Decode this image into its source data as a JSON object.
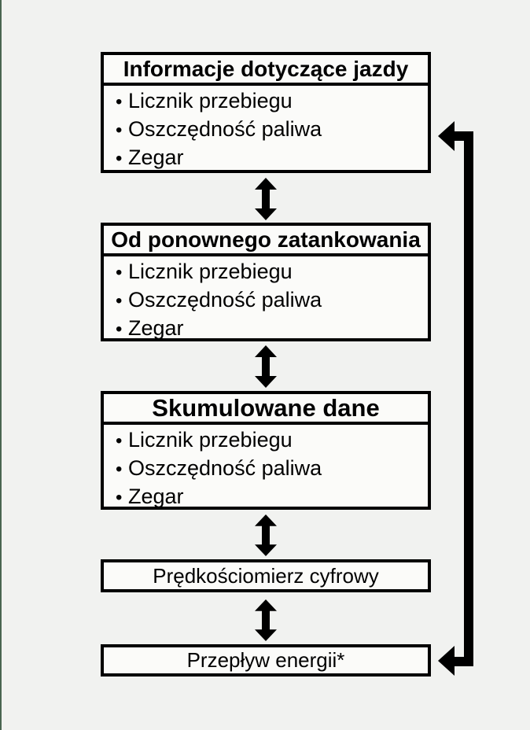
{
  "page": {
    "background_color": "#f1f2f0",
    "edge_line_color": "#4a6651",
    "line_color": "#000000",
    "box_fill_color": "#fbfbf9"
  },
  "bullet_char": "•",
  "menus": [
    {
      "title": "Informacje dotyczące jazdy",
      "items": [
        "Licznik przebiegu",
        "Oszczędność paliwa",
        "Zegar"
      ]
    },
    {
      "title": "Od ponownego zatankowania",
      "items": [
        "Licznik przebiegu",
        "Oszczędność paliwa",
        "Zegar"
      ]
    },
    {
      "title": "Skumulowane dane",
      "items": [
        "Licznik przebiegu",
        "Oszczędność paliwa",
        "Zegar"
      ]
    },
    {
      "title": "Prędkościomierz cyfrowy",
      "items": []
    },
    {
      "title": "Przepływ energii*",
      "items": []
    }
  ]
}
